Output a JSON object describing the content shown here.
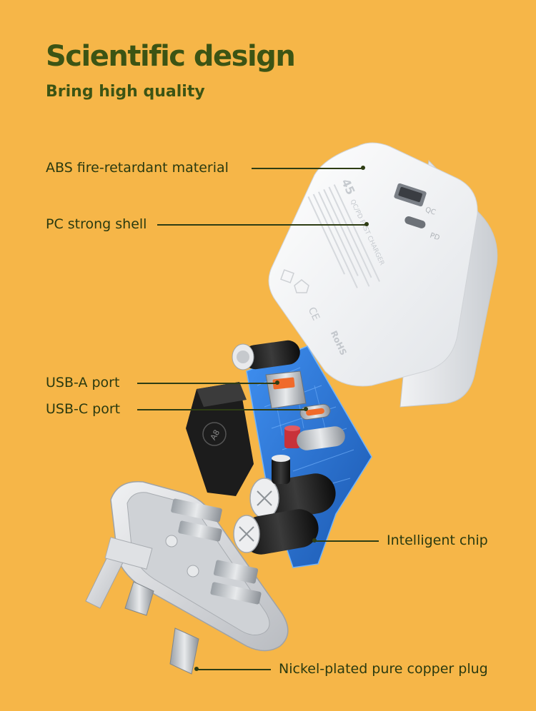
{
  "heading": {
    "title": "Scientific design",
    "subtitle": "Bring high quality"
  },
  "callouts": {
    "abs": "ABS fire-retardant material",
    "pc": "PC strong shell",
    "usb_a": "USB-A port",
    "usb_c": "USB-C port",
    "chip": "Intelligent chip",
    "plug": "Nickel-plated pure copper plug"
  },
  "charger_markings": {
    "power": "45",
    "protocols": "QC/PD FAST CHARGER",
    "certification": "RoHS",
    "ce": "CE",
    "port_a_label": "QC",
    "port_c_label": "PD",
    "module_label": "A8"
  },
  "colors": {
    "background": "#f6b648",
    "heading": "#3c5414",
    "pcb": "#2f78d8"
  }
}
